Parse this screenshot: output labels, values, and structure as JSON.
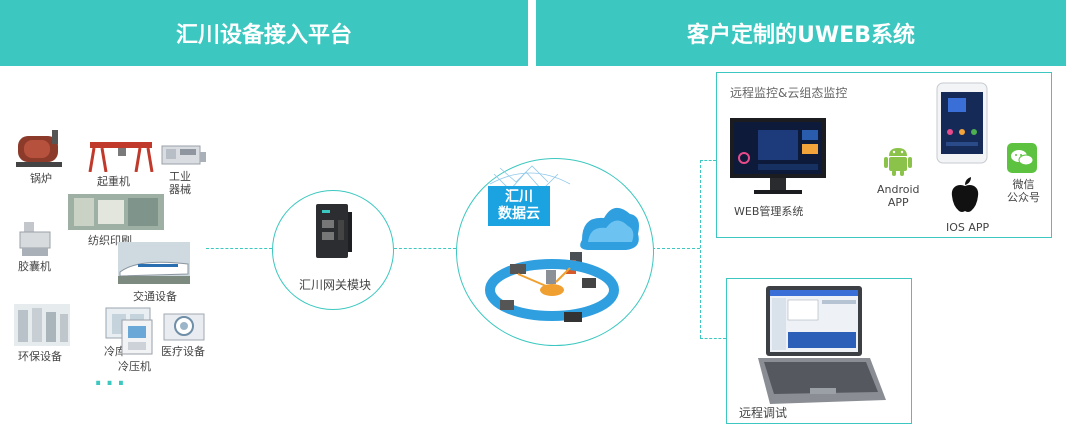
{
  "headers": {
    "left": "汇川设备接入平台",
    "right": "客户定制的UWEB系统"
  },
  "devices": [
    {
      "label": "锅炉"
    },
    {
      "label": "起重机"
    },
    {
      "label": "工业\n器械"
    },
    {
      "label": "纺织印刷"
    },
    {
      "label": "胶囊机"
    },
    {
      "label": "交通设备"
    },
    {
      "label": "环保设备"
    },
    {
      "label": "冷库"
    },
    {
      "label": "冷压机"
    },
    {
      "label": "医疗设备"
    }
  ],
  "more": "...",
  "gateway": {
    "label": "汇川网关模块"
  },
  "cloud": {
    "label_line1": "汇川",
    "label_line2": "数据云"
  },
  "remote_panel": {
    "title": "远程监控&云组态监控",
    "web_label": "WEB管理系统",
    "android_label_line1": "Android",
    "android_label_line2": "APP",
    "ios_label": "IOS APP",
    "wechat_label_line1": "微信",
    "wechat_label_line2": "公众号"
  },
  "debug_panel": {
    "title": "远程调试"
  },
  "colors": {
    "accent": "#3cc8c0",
    "cloud_blue": "#1aa3e0",
    "android_green": "#8bc34a",
    "wechat_green": "#5cc240"
  }
}
